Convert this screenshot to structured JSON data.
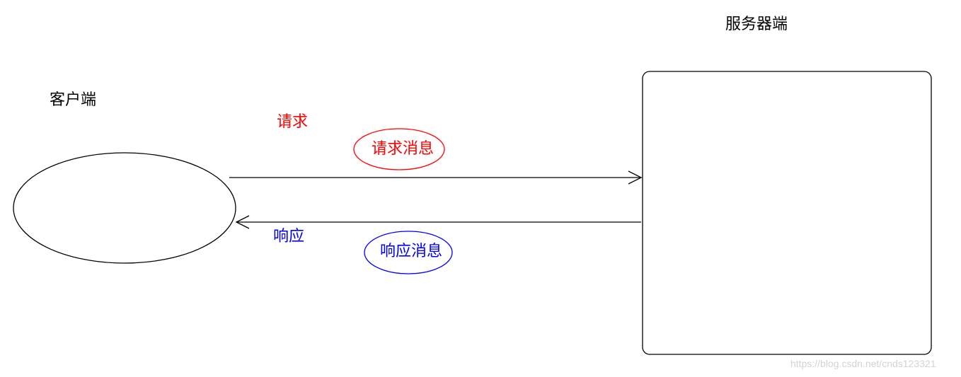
{
  "server": {
    "label": "服务器端"
  },
  "client": {
    "label": "客户端"
  },
  "request": {
    "label": "请求",
    "message": "请求消息",
    "color": "#ff0000"
  },
  "response": {
    "label": "响应",
    "message": "响应消息",
    "color": "#0000ff"
  },
  "watermark": "https://blog.csdn.net/cnds123321",
  "colors": {
    "stroke": "#000000",
    "background": "#ffffff"
  }
}
